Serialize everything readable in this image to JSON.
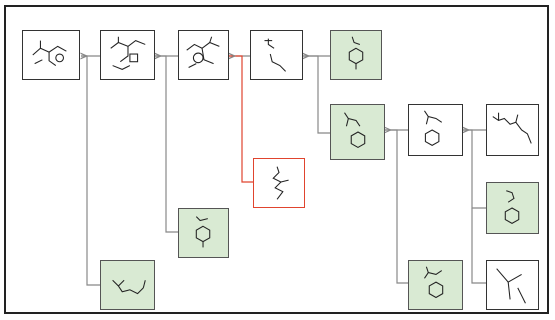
{
  "diagram": {
    "type": "retrosynthesis-tree",
    "colors": {
      "frame": "#222222",
      "edge": "#888888",
      "highlight_border": "#e0442e",
      "leaf_fill": "#d9ead3",
      "node_border": "#333333"
    },
    "nodes": [
      {
        "id": "n1",
        "kind": "intermediate",
        "icon": "complex-molecule-icon"
      },
      {
        "id": "n2",
        "kind": "intermediate",
        "icon": "complex-molecule-icon"
      },
      {
        "id": "n3",
        "kind": "intermediate",
        "icon": "complex-molecule-icon"
      },
      {
        "id": "n4",
        "kind": "intermediate",
        "icon": "chain-molecule-icon"
      },
      {
        "id": "n5",
        "kind": "building-block",
        "icon": "aryl-ring-icon"
      },
      {
        "id": "n6",
        "kind": "building-block",
        "icon": "aryl-ring-icon"
      },
      {
        "id": "n7",
        "kind": "intermediate",
        "icon": "aryl-ring-icon"
      },
      {
        "id": "n8",
        "kind": "intermediate",
        "icon": "chain-molecule-icon"
      },
      {
        "id": "n9",
        "kind": "highlighted",
        "icon": "chain-molecule-icon"
      },
      {
        "id": "n10",
        "kind": "building-block",
        "icon": "aryl-ring-icon"
      },
      {
        "id": "n11",
        "kind": "building-block",
        "icon": "aryl-ring-icon"
      },
      {
        "id": "n12",
        "kind": "building-block",
        "icon": "aryl-ring-icon"
      },
      {
        "id": "n13",
        "kind": "building-block",
        "icon": "chain-molecule-icon"
      },
      {
        "id": "n14",
        "kind": "intermediate",
        "icon": "branched-molecule-icon"
      }
    ],
    "edges": [
      [
        "n2",
        "n1"
      ],
      [
        "n13",
        "n1"
      ],
      [
        "n3",
        "n2"
      ],
      [
        "n11",
        "n2"
      ],
      [
        "n4",
        "n3"
      ],
      [
        "n9",
        "n3"
      ],
      [
        "n5",
        "n4"
      ],
      [
        "n6",
        "n4"
      ],
      [
        "n7",
        "n6"
      ],
      [
        "n12",
        "n6"
      ],
      [
        "n8",
        "n7"
      ],
      [
        "n10",
        "n7"
      ],
      [
        "n14",
        "n7"
      ]
    ]
  }
}
